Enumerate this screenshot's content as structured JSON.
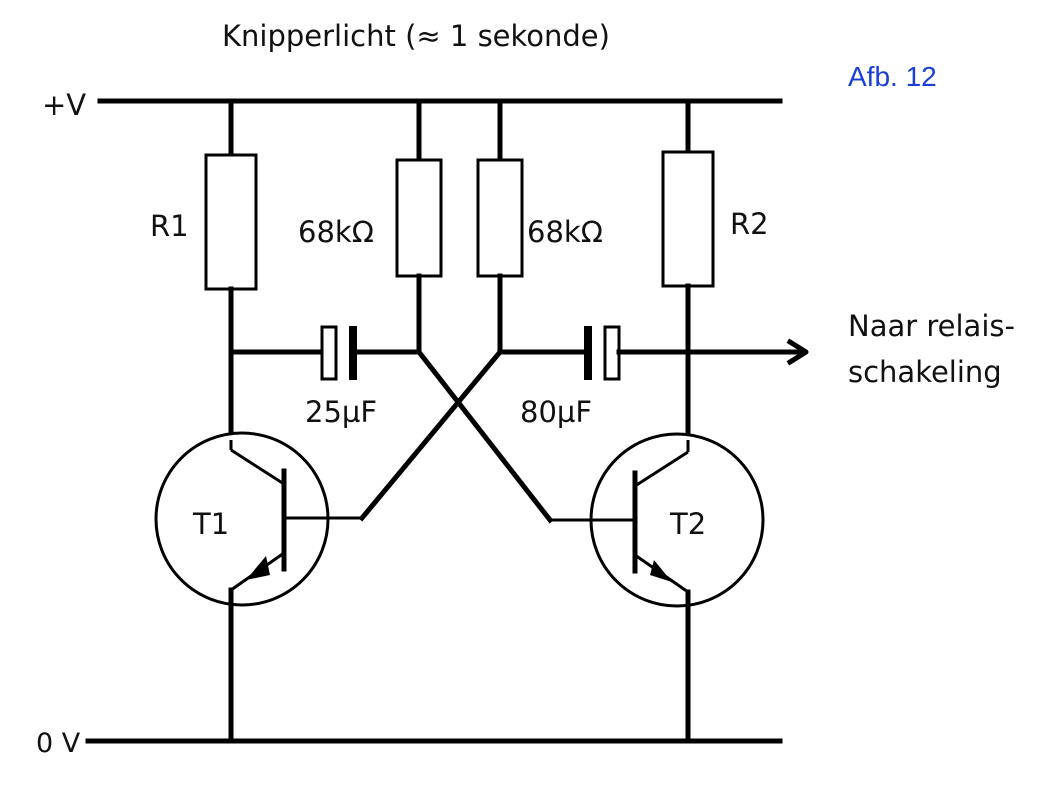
{
  "title": "Knipperlicht (≈ 1 sekonde)",
  "figure_label": "Afb. 12",
  "rails": {
    "positive": "+V",
    "ground": "0 V"
  },
  "components": {
    "r1": "R1",
    "r2": "R2",
    "rb_left": "68kΩ",
    "rb_right": "68kΩ",
    "c_left": "25µF",
    "c_right": "80µF",
    "t1": "T1",
    "t2": "T2"
  },
  "output": {
    "line1": "Naar relais-",
    "line2": "schakeling"
  }
}
